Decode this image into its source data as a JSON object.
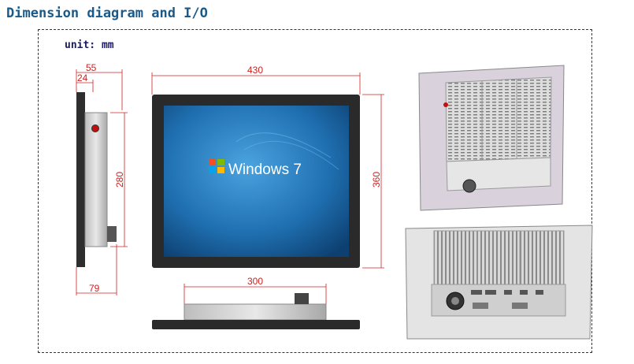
{
  "title": "Dimension diagram and I/O",
  "unit_label": "unit: mm",
  "screen_text": "Windows 7",
  "dimensions": {
    "side_depth_total": "55",
    "side_depth_bezel": "24",
    "side_height": "280",
    "side_bottom": "79",
    "front_width": "430",
    "front_height": "360",
    "bottom_width": "300"
  },
  "colors": {
    "title": "#1a5a8a",
    "dimension": "#d02020",
    "screen": "#1f6fb0",
    "bezel": "#2a2a2a"
  }
}
